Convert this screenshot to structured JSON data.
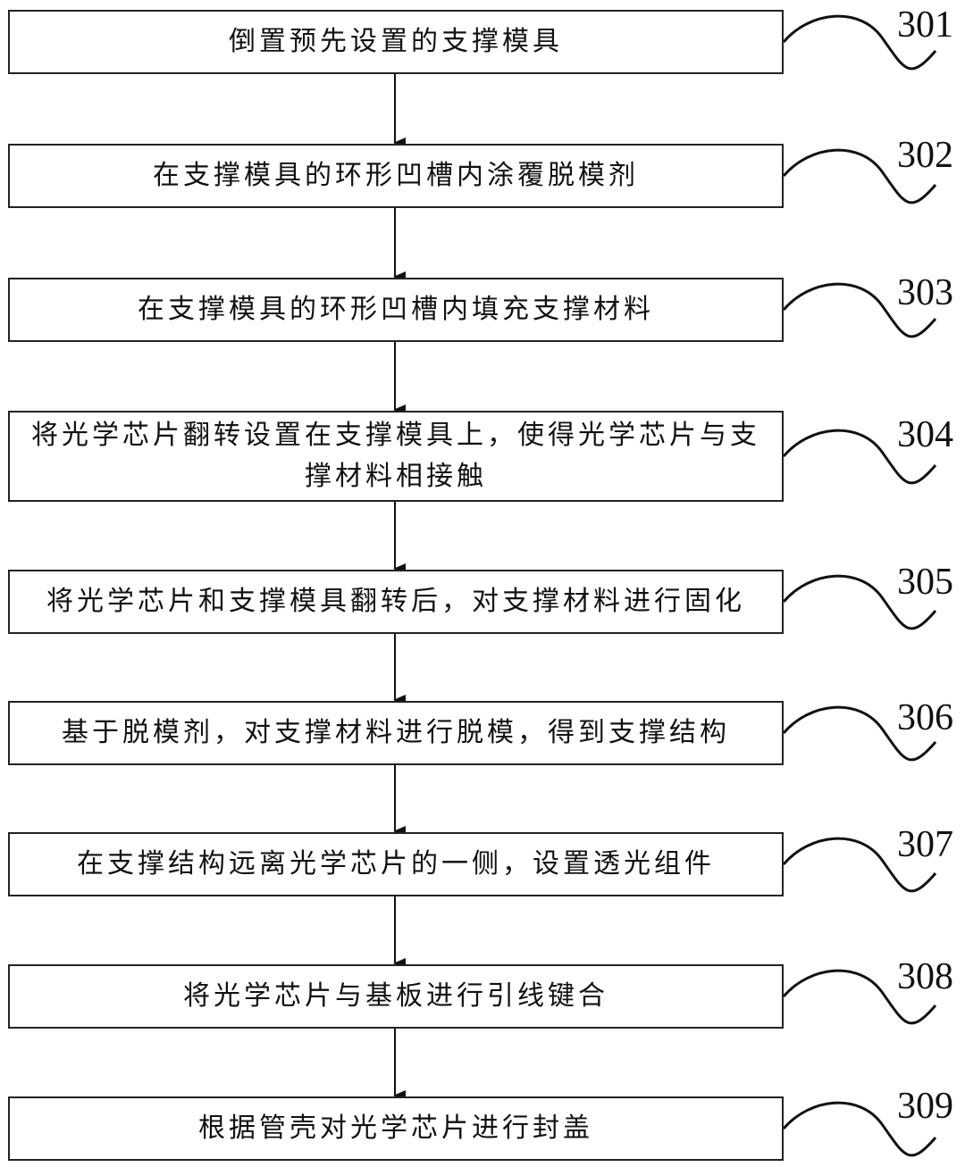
{
  "flowchart": {
    "steps": [
      {
        "id": "301",
        "text": "倒置预先设置的支撑模具"
      },
      {
        "id": "302",
        "text": "在支撑模具的环形凹槽内涂覆脱模剂"
      },
      {
        "id": "303",
        "text": "在支撑模具的环形凹槽内填充支撑材料"
      },
      {
        "id": "304",
        "text": "将光学芯片翻转设置在支撑模具上，使得光学芯片与支撑材料相接触"
      },
      {
        "id": "305",
        "text": "将光学芯片和支撑模具翻转后，对支撑材料进行固化"
      },
      {
        "id": "306",
        "text": "基于脱模剂，对支撑材料进行脱模，得到支撑结构"
      },
      {
        "id": "307",
        "text": "在支撑结构远离光学芯片的一侧，设置透光组件"
      },
      {
        "id": "308",
        "text": "将光学芯片与基板进行引线键合"
      },
      {
        "id": "309",
        "text": "根据管壳对光学芯片进行封盖"
      }
    ]
  }
}
